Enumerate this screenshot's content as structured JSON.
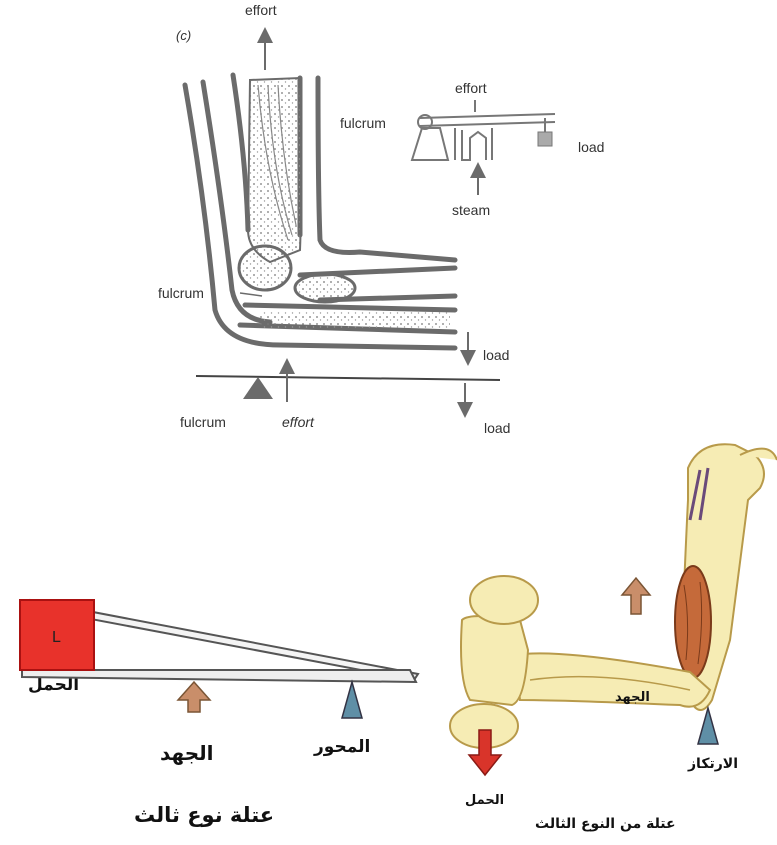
{
  "top_diagram": {
    "panel_letter": "(c)",
    "effort_top": "effort",
    "inset_effort": "effort",
    "inset_fulcrum": "fulcrum",
    "inset_load": "load",
    "inset_steam": "steam",
    "arm_fulcrum": "fulcrum",
    "arm_load": "load",
    "lever_fulcrum": "fulcrum",
    "lever_effort": "effort",
    "lever_load": "load"
  },
  "bottom_left": {
    "load_label": "الحمل",
    "load_box_letter": "L",
    "effort_label": "الجهد",
    "pivot_label": "المحور",
    "caption": "عتلة نوع ثالث"
  },
  "bottom_right": {
    "effort_label": "الجهد",
    "fulcrum_label": "الارتكاز",
    "load_label": "الحمل",
    "caption": "عتلة من النوع الثالث"
  },
  "colors": {
    "bone_fill": "#f6ecb4",
    "bone_stroke": "#b89a4a",
    "muscle": "#c56a3a",
    "load_box": "#e8322b",
    "effort_arrow": "#c98e6a",
    "pivot": "#5f8fa6",
    "load_arrow": "#d9342a",
    "diagram_gray": "#6b6b6b"
  }
}
